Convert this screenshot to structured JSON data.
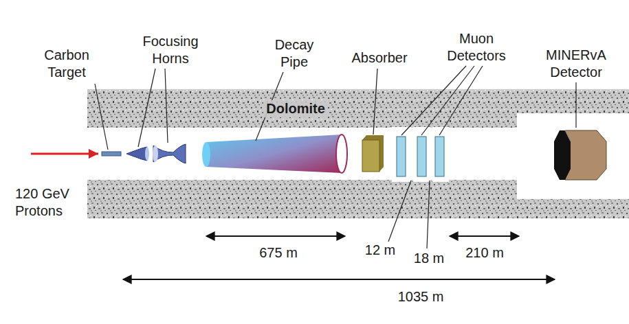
{
  "diagram": {
    "labels": [
      "Carbon Target",
      "Focusing Horns",
      "Decay Pipe",
      "Absorber",
      "Muon Detectors",
      "MINERvA Detector",
      "Dolomite",
      "120 GeV Protons",
      "675 m",
      "12 m",
      "18 m",
      "210 m",
      "1035 m"
    ]
  }
}
